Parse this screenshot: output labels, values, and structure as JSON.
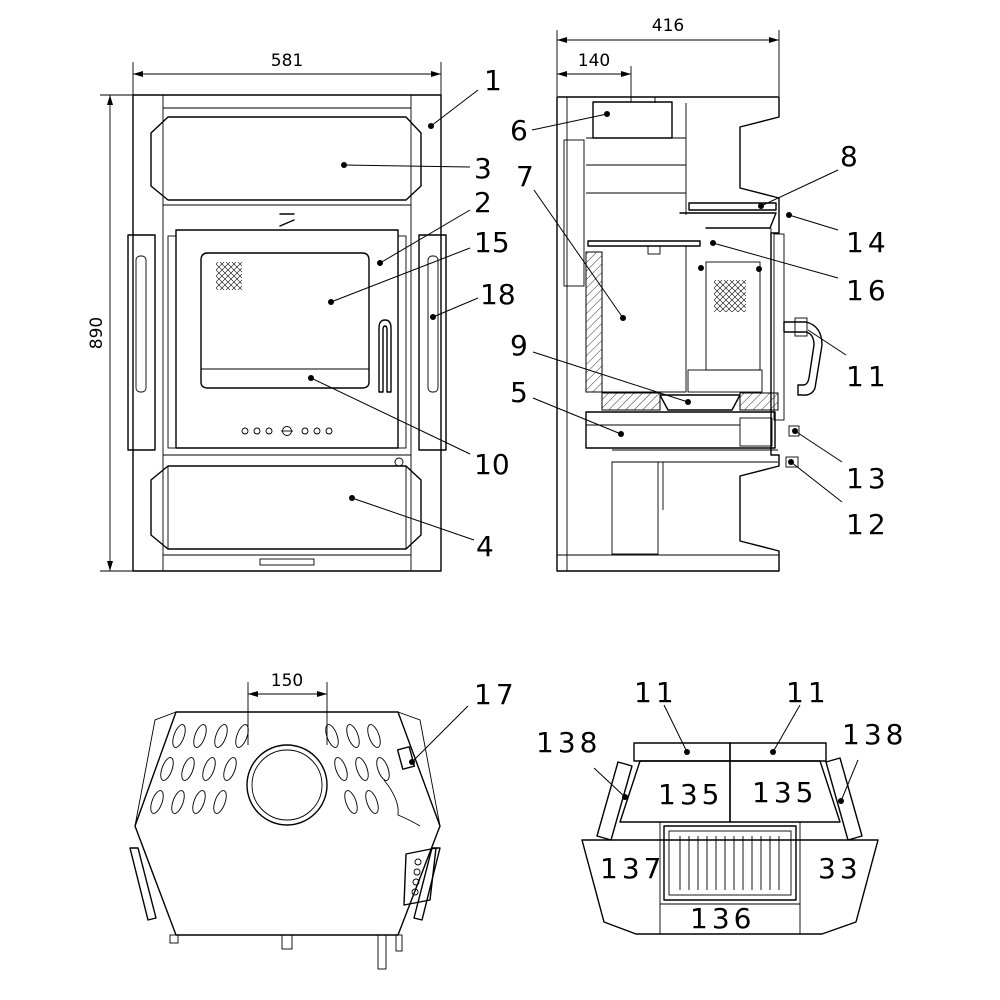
{
  "dimensions": {
    "front_width": "581",
    "front_height": "890",
    "side_depth": "416",
    "side_flue_offset": "140",
    "top_flue_diameter": "150"
  },
  "callouts": {
    "front": {
      "c1": "1",
      "c3": "3",
      "c2": "2",
      "c15": "15",
      "c18": "18",
      "c10": "10",
      "c4": "4"
    },
    "side": {
      "c6": "6",
      "c7": "7",
      "c8": "8",
      "c14": "14",
      "c16": "16",
      "c11": "11",
      "c9": "9",
      "c5": "5",
      "c13": "13",
      "c12": "12"
    },
    "top": {
      "c17": "17"
    },
    "bricks": {
      "b11_left": "11",
      "b11_right": "11",
      "b138_left": "138",
      "b138_right": "138",
      "b135_left": "135",
      "b135_right": "135",
      "b137": "137",
      "b33": "33",
      "b136": "136"
    }
  }
}
